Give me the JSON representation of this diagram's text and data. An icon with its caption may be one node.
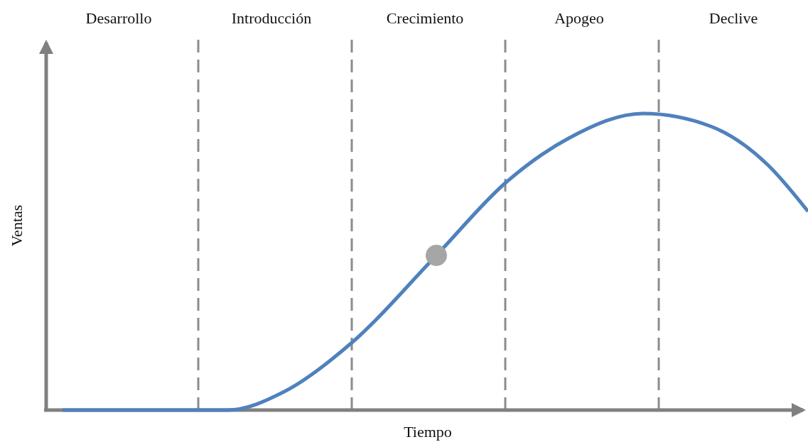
{
  "diagram": {
    "labels": [
      "Desarrollo",
      "Introducción",
      "Crecimiento",
      "Apogeo",
      "Declive",
      "Ventas",
      "Tiempo"
    ]
  }
}
